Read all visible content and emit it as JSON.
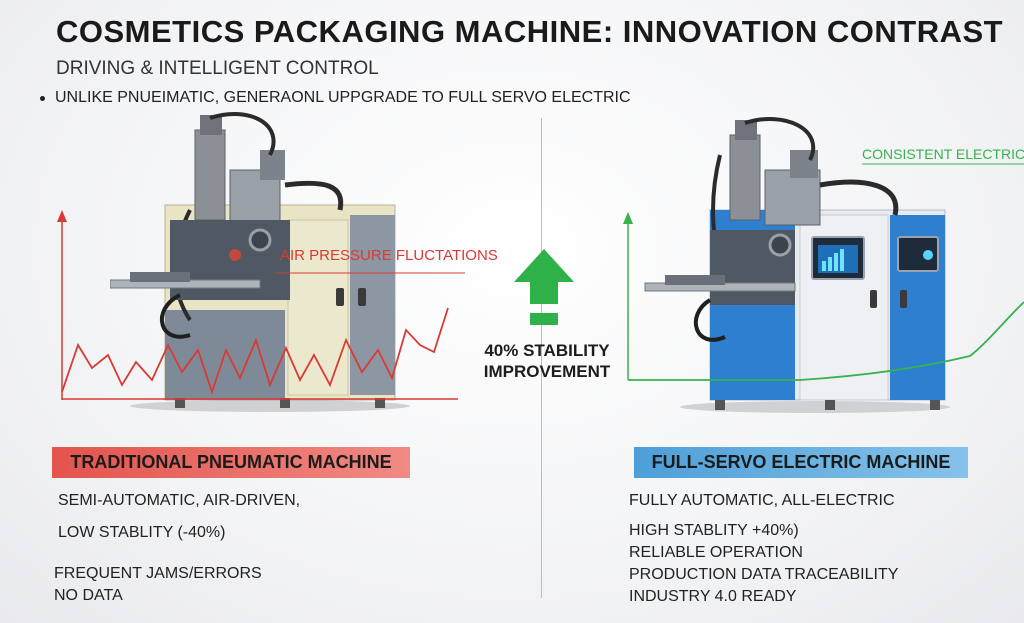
{
  "header": {
    "title": "COSMETICS PACKAGING MACHINE: INNOVATION CONTRAST",
    "subtitle": "DRIVING & INTELLIGENT CONTROL",
    "bullet": "UNLIKE PNUEIMATIC, GENERAONL UPPGRADE TO FULL SERVO ELECTRIC"
  },
  "left": {
    "chart_label": "AIR PRESSURE FLUCTATIONS",
    "banner": "TRADITIONAL PNEUMATIC MACHINE",
    "features": [
      "SEMI-AUTOMATIC, AIR-DRIVEN,",
      "LOW STABLITY (-40%)",
      "FREQUENT JAMS/ERRORS",
      "NO DATA"
    ],
    "color": "#d93a33",
    "machine_color": "#e9e4c4"
  },
  "center": {
    "callout_line1": "40% STABILITY",
    "callout_line2": "IMPROVEMENT",
    "arrow_color": "#2fb14a"
  },
  "right": {
    "chart_label": "CONSISTENT ELECTRIC C",
    "banner": "FULL-SERVO ELECTRIC MACHINE",
    "features": [
      "FULLY AUTOMATIC, ALL-ELECTRIC",
      "HIGH STABLITY +40%)",
      "RELIABLE OPERATION",
      "PRODUCTION DATA TRACEABILITY",
      "INDUSTRY 4.0 READY"
    ],
    "color": "#37b24d",
    "machine_color": "#2f7fd0"
  }
}
